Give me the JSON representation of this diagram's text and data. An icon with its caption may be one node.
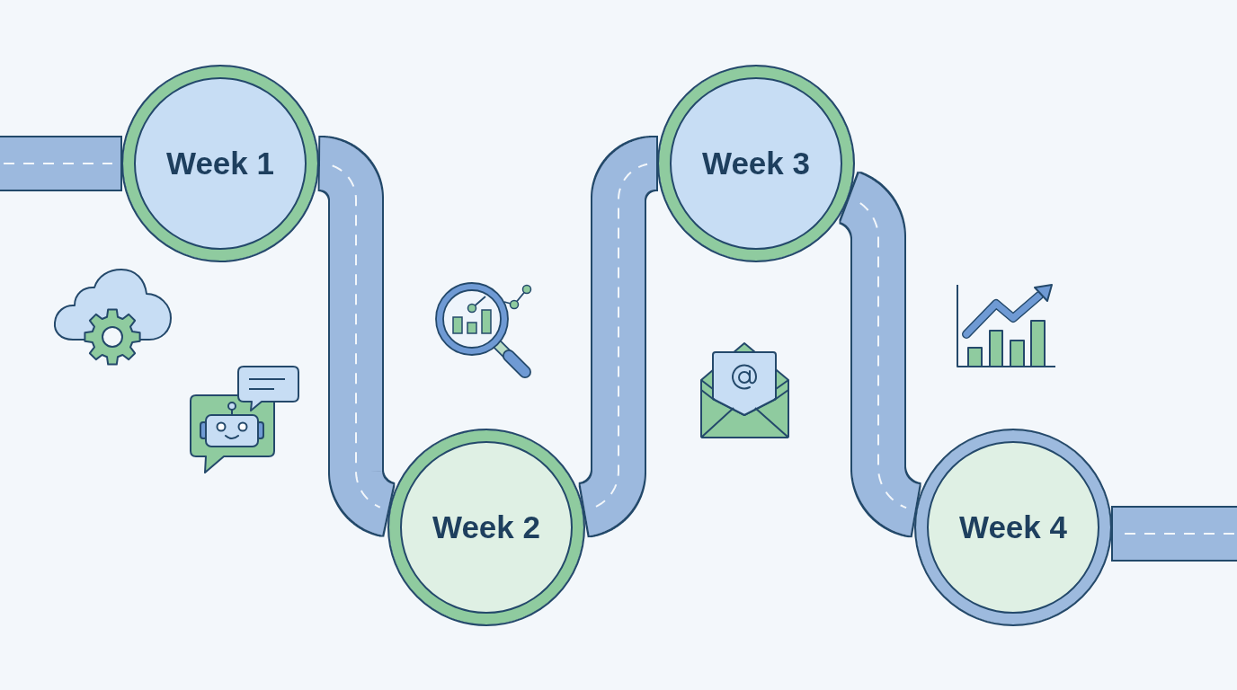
{
  "diagram": {
    "nodes": [
      {
        "text": [
          "Week 1"
        ]
      },
      {
        "text": [
          "Week 2"
        ]
      },
      {
        "text": [
          "Week 3"
        ]
      },
      {
        "text": [
          "Week 4"
        ]
      }
    ],
    "edges": [
      {
        "from": null,
        "to": 0,
        "arrow": "none"
      },
      {
        "from": 0,
        "to": 1,
        "arrow": "none"
      },
      {
        "from": 1,
        "to": 2,
        "arrow": "none"
      },
      {
        "from": 2,
        "to": 3,
        "arrow": "none"
      },
      {
        "from": 3,
        "to": null,
        "arrow": "none"
      }
    ]
  }
}
